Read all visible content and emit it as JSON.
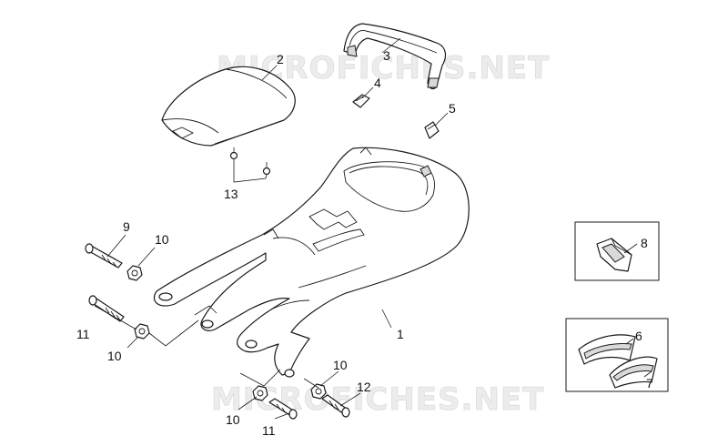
{
  "watermark": {
    "top": "MICROFICHES.NET",
    "bottom": "MICROFICHES.NET"
  },
  "callouts": {
    "c1": "1",
    "c2": "2",
    "c3": "3",
    "c4": "4",
    "c5": "5",
    "c6": "6",
    "c7": "7",
    "c8": "8",
    "c9": "9",
    "c10a": "10",
    "c10b": "10",
    "c10c": "10",
    "c10d": "10",
    "c11a": "11",
    "c11b": "11",
    "c12": "12",
    "c13": "13"
  }
}
